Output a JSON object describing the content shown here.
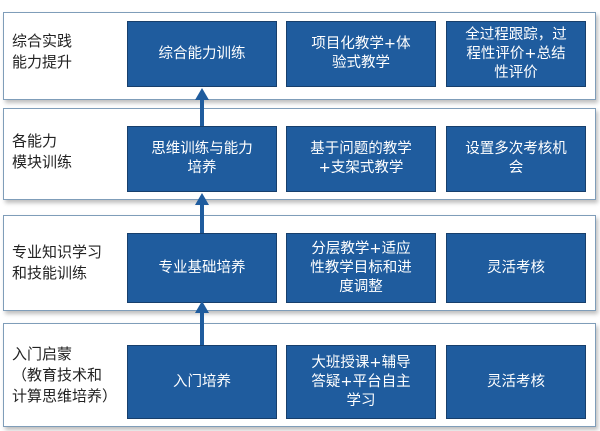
{
  "layers": [
    {
      "label": "综合实践\n能力提升",
      "boxes": [
        "综合能力训练",
        "项目化教学+体\n验式教学",
        "全过程跟踪，过\n程性评价+总结\n性评价"
      ]
    },
    {
      "label": "各能力\n模块训练",
      "boxes": [
        "思维训练与能力\n培养",
        "基于问题的教学\n+支架式教学",
        "设置多次考核机\n会"
      ]
    },
    {
      "label": "专业知识学习\n和技能训练",
      "boxes": [
        "专业基础培养",
        "分层教学+适应\n性教学目标和进\n度调整",
        "灵活考核"
      ]
    },
    {
      "label": "入门启蒙\n（教育技术和\n计算思维培养）",
      "boxes": [
        "入门培养",
        "大班授课+辅导\n答疑+平台自主\n学习",
        "灵活考核"
      ]
    }
  ],
  "colors": {
    "box_fill": "#1f5c9e",
    "arrow": "#1f5c9e",
    "border": "#7f9db9"
  }
}
